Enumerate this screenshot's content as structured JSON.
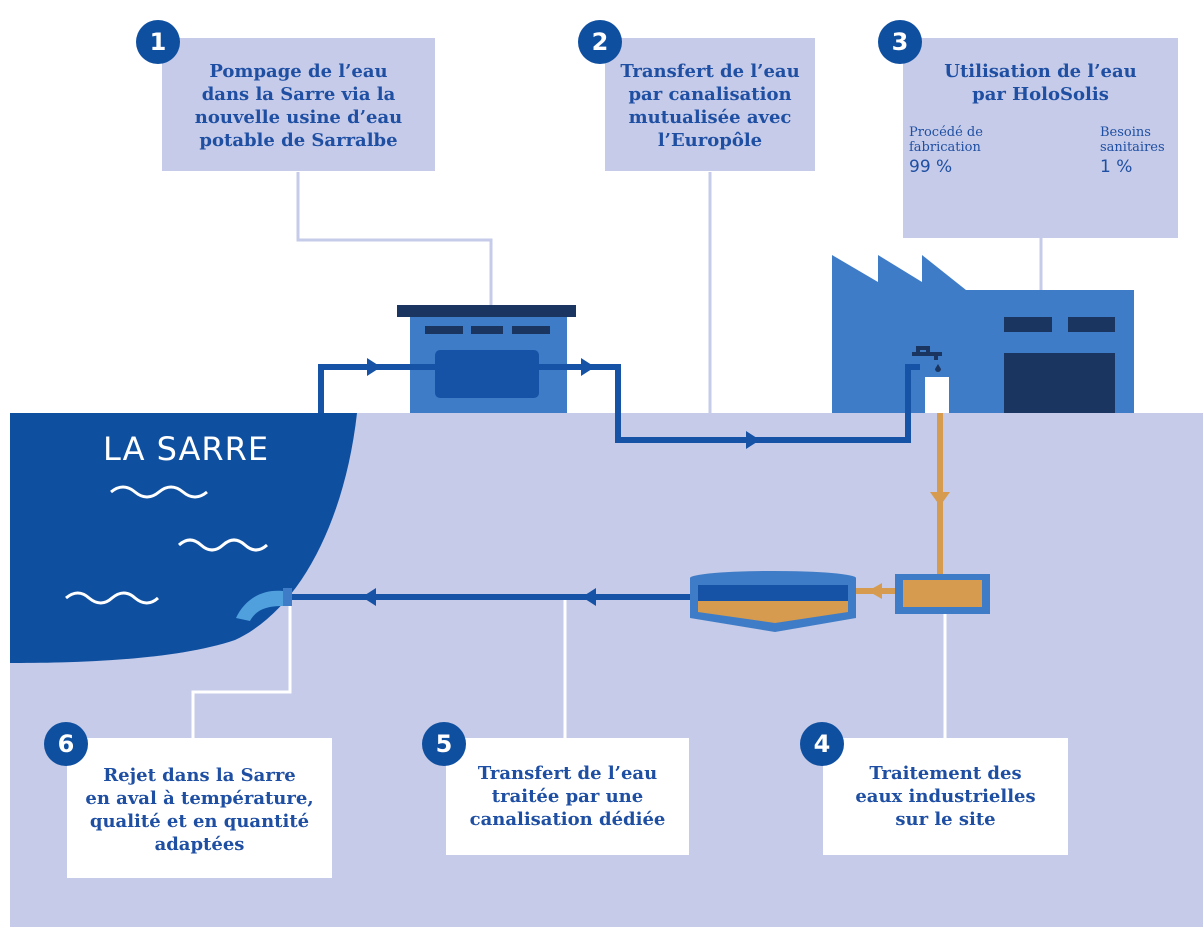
{
  "river": {
    "name": "LA SARRE"
  },
  "steps": [
    {
      "number": "1",
      "text": "Pompage de l’eau\ndans la Sarre via la\nnouvelle usine d’eau\npotable de Sarralbe"
    },
    {
      "number": "2",
      "text": "Transfert de l’eau\npar canalisation\nmutualisée avec\nl’Europôle"
    },
    {
      "number": "3",
      "text": "Utilisation de l’eau\npar HoloSolis"
    },
    {
      "number": "4",
      "text": "Traitement des\neaux industrielles\nsur le site"
    },
    {
      "number": "5",
      "text": "Transfert de l’eau\ntraitée par une\ncanalisation dédiée"
    },
    {
      "number": "6",
      "text": "Rejet dans la Sarre\nen aval à température,\nqualité et en quantité\nadaptées"
    }
  ],
  "pie": {
    "left_label": "Procédé de\nfabrication",
    "left_value": "99 %",
    "right_label": "Besoins\nsanitaires",
    "right_value": "1 %",
    "slices": [
      {
        "label": "Procédé de fabrication",
        "percent": 99
      },
      {
        "label": "Besoins sanitaires",
        "percent": 1
      }
    ]
  },
  "colors": {
    "ground": "#c5cbe8",
    "box": "#c5cbe8",
    "river": "#0f4fa0",
    "pipe": "#1652a6",
    "building": "#3f7cc7",
    "dark": "#1a3560",
    "treated": "#d69b4e"
  }
}
